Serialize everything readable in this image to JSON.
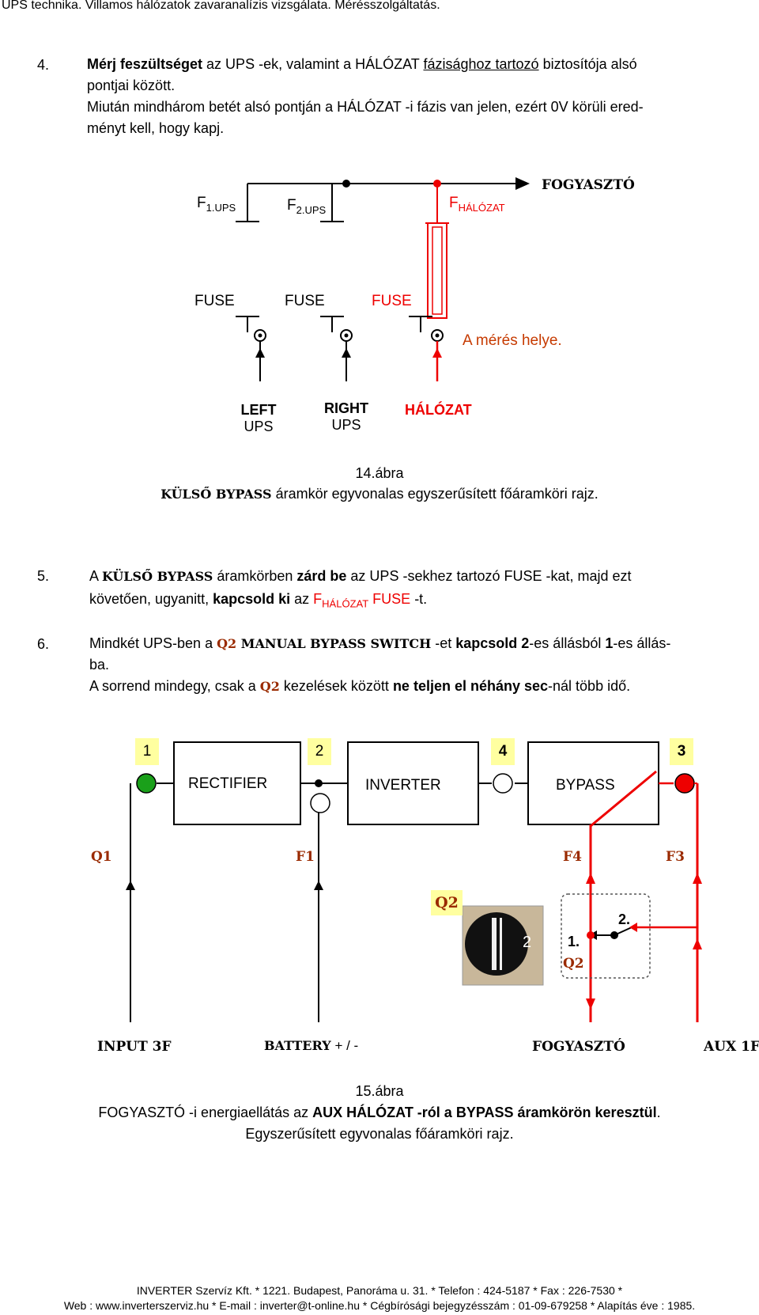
{
  "header": {
    "title": "UPS technika. Villamos hálózatok zavaranalízis vizsgálata. Mérésszolgáltatás."
  },
  "step4": {
    "number": "4.",
    "bold1": "Mérj feszültséget",
    "t1": " az UPS -ek, valamint a HÁLÓZAT ",
    "underline": "fázisághoz tartozó",
    "t2": " biztosítója alsó",
    "line2": "pontjai között.",
    "line3": "Miután mindhárom betét alsó pontján a HÁLÓZAT -i fázis van jelen, ezért 0V körüli ered-",
    "line4": "ményt kell, hogy kapj."
  },
  "fig14": {
    "f1": "F",
    "f1_sub": "1.UPS",
    "f2": "F",
    "f2_sub": "2.UPS",
    "fh": "F",
    "fh_sub": "HÁLÓZAT",
    "consumer": "FOGYASZTÓ",
    "fuse1": "FUSE",
    "fuse2": "FUSE",
    "fuse3": "FUSE",
    "measure": "A mérés helye.",
    "left": "LEFT",
    "left_ups": "UPS",
    "right": "RIGHT",
    "right_ups": "UPS",
    "grid": "HÁLÓZAT",
    "caption_num": "14.ábra",
    "caption_bold": "KÜLSŐ BYPASS",
    "caption_rest": " áramkör egyvonalas egyszerűsített főáramköri rajz."
  },
  "step5": {
    "number": "5.",
    "t1": "A ",
    "b1": "KÜLSŐ BYPASS",
    "t2": " áramkörben ",
    "b2": "zárd be",
    "t3": " az UPS -sekhez tartozó FUSE -kat, majd ezt",
    "l2a": "követően, ugyanitt, ",
    "l2b": "kapcsold ki",
    "l2c": " az ",
    "l2f": "F",
    "l2sub": "HÁLÓZAT",
    "l2fuse": " FUSE",
    "l2end": " -t."
  },
  "step6": {
    "number": "6.",
    "t1": "Mindkét UPS-ben a ",
    "q2": "Q2",
    "sw": " MANUAL BYPASS SWITCH",
    "t2": " -et ",
    "b1": "kapcsold",
    "t3": "  ",
    "b2": "2",
    "t4": "-es állásból ",
    "b3": "1",
    "t5": "-es állás-",
    "line2": "ba.",
    "l3a": "A sorrend mindegy, csak a ",
    "l3q": "Q2",
    "l3b": " kezelések között ",
    "l3c": "ne teljen el néhány sec",
    "l3d": "-nál több idő."
  },
  "fig15": {
    "n1": "1",
    "n2": "2",
    "n4": "4",
    "n3": "3",
    "rectifier": "RECTIFIER",
    "inverter": "INVERTER",
    "bypass": "BYPASS",
    "q1": "Q1",
    "f1": "F1",
    "f4": "F4",
    "f3": "F3",
    "q2": "Q2",
    "q2b": "Q2",
    "pos1": "1.",
    "pos2": "2.",
    "knob2": "2",
    "input": "INPUT 3F",
    "battery": "BATTERY",
    "battery_pm": " + / -",
    "consumer": "FOGYASZTÓ",
    "aux": "AUX 1F",
    "caption_num": "15.ábra",
    "cap2a": "FOGYASZTÓ -i energiaellátás az ",
    "cap2b": "AUX HÁLÓZAT -ról a BYPASS áramkörön keresztül",
    "cap2c": ".",
    "cap3": "Egyszerűsített egyvonalas főáramköri rajz."
  },
  "footer": {
    "line1": "INVERTER Szervíz Kft. * 1221. Budapest, Panoráma u. 31. * Telefon : 424-5187 * Fax : 226-7530 *",
    "line2": "Web : www.inverterszerviz.hu * E-mail : inverter@t-online.hu * Cégbírósági bejegyzésszám : 01-09-679258 * Alapítás éve : 1985."
  },
  "colors": {
    "red": "#e00000",
    "brown": "#9a2a00",
    "green": "#1aa01a",
    "yellow": "#ffffa0"
  }
}
